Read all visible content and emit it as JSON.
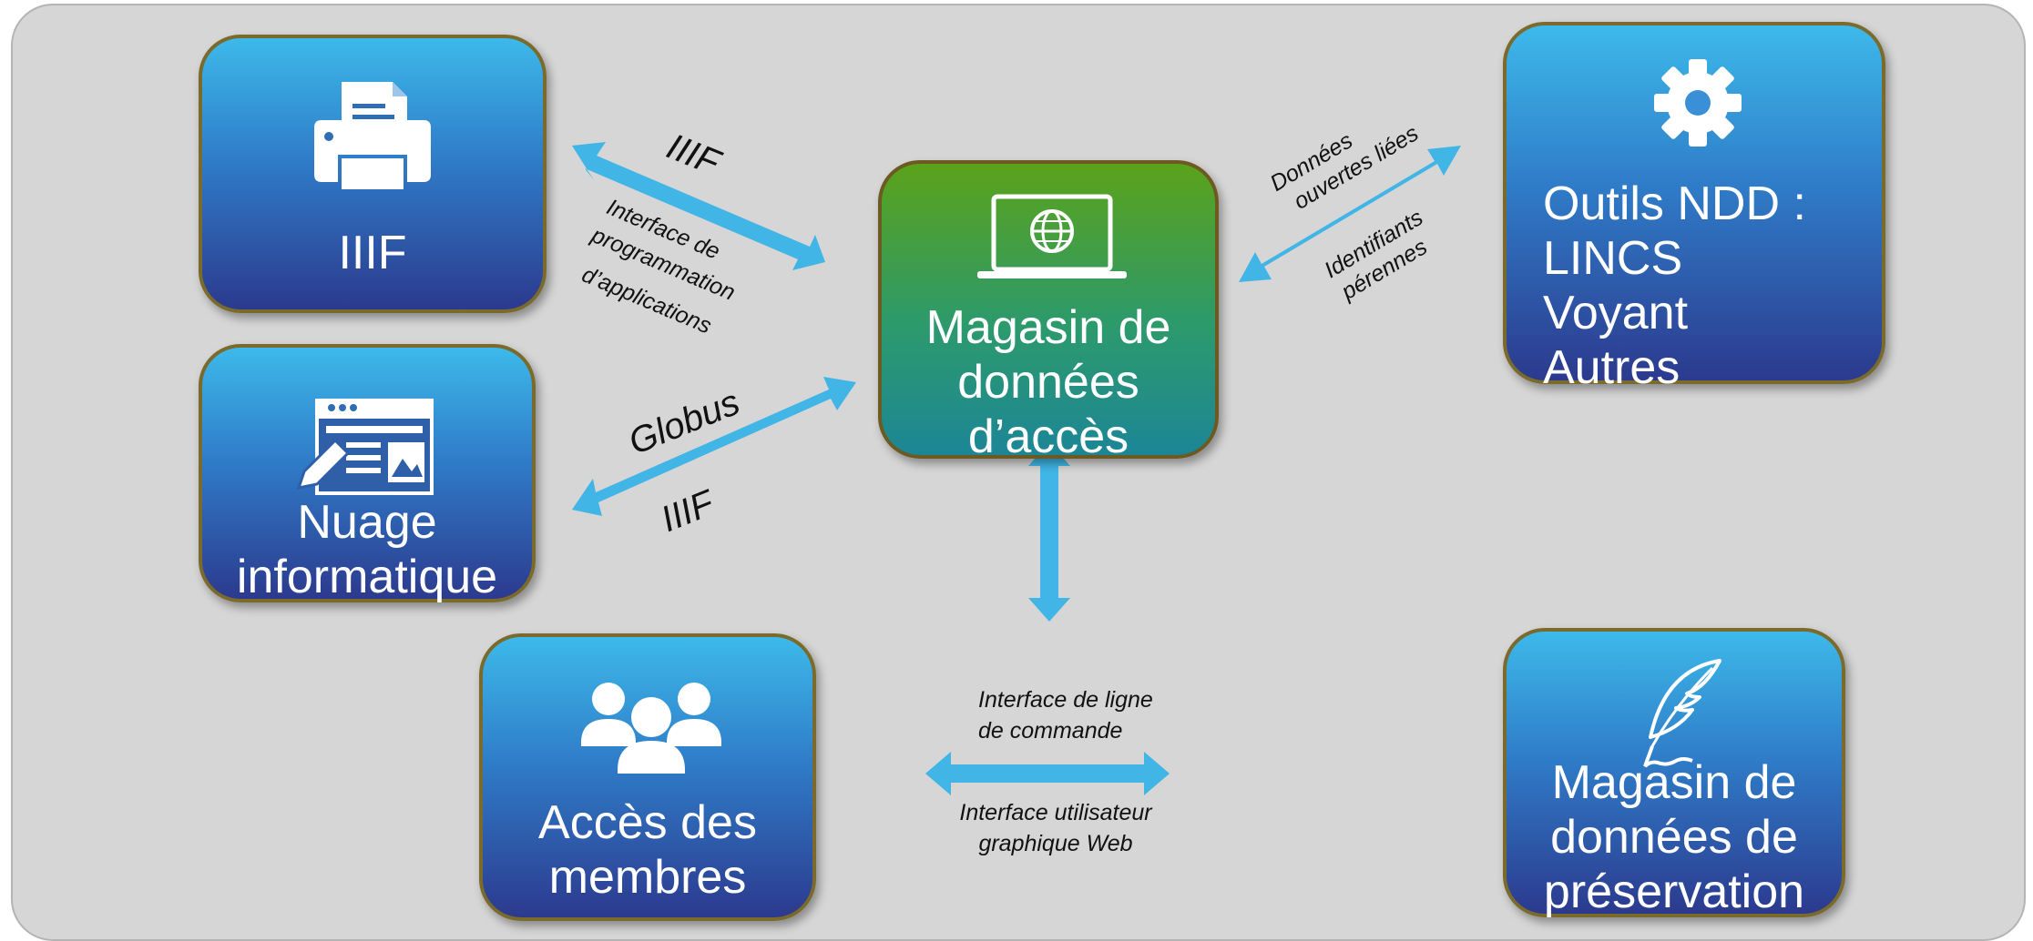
{
  "boxes": {
    "iiif": {
      "label": "IIIF",
      "icon": "printer-icon"
    },
    "cloud": {
      "label": "Nuage\ninformatique",
      "icon": "web-editor-icon"
    },
    "access_store": {
      "label": "Magasin de\ndonnées\nd’accès",
      "icon": "laptop-globe-icon"
    },
    "ndd_tools": {
      "label": "Outils NDD :\nLINCS\nVoyant\nAutres",
      "icon": "gear-icon"
    },
    "members": {
      "label": "Accès des\nmembres",
      "icon": "users-icon"
    },
    "preservation_store": {
      "label": "Magasin de\ndonnées de\npréservation",
      "icon": "feather-quill-icon"
    }
  },
  "arrow_labels": {
    "iiif_top": "IIIF",
    "api_line1": "Interface de",
    "api_line2": "programmation",
    "api_line3": "d’applications",
    "globus": "Globus",
    "iiif_bottom": "IIIF",
    "lod_line1": "Données",
    "lod_line2": "ouvertes liées",
    "pid_line1": "Identifiants",
    "pid_line2": "pérennes",
    "cli": "Interface de ligne\nde commande",
    "gui": "Interface utilisateur\ngraphique Web"
  },
  "colors": {
    "panel": "#d6d6d6",
    "arrow": "#41b6e6",
    "box_blue_top": "#3db9ea",
    "box_blue_bottom": "#2c3a8e",
    "box_green_top": "#5aa21a",
    "box_green_bottom": "#1c8696",
    "box_border": "#7a6a2c"
  }
}
